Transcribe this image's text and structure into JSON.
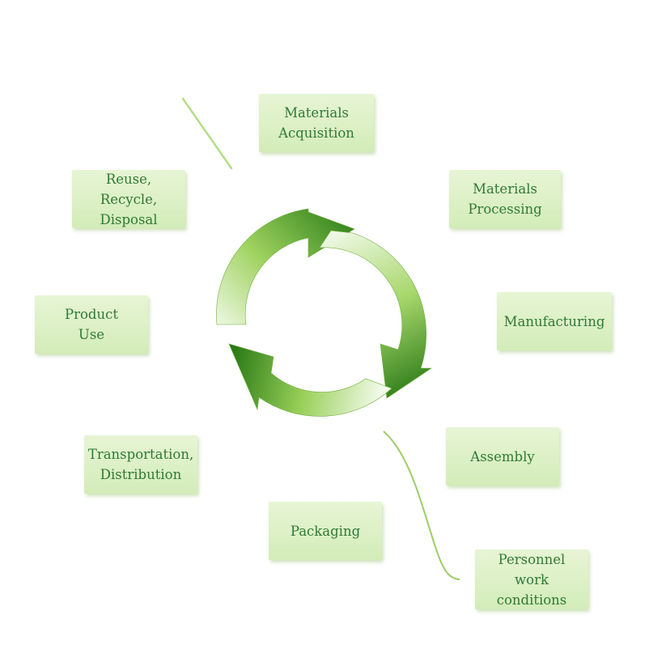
{
  "stages": [
    {
      "id": "materials-acquisition",
      "label": "Materials\nAcquisition"
    },
    {
      "id": "materials-processing",
      "label": "Materials\nProcessing"
    },
    {
      "id": "manufacturing",
      "label": "Manufacturing"
    },
    {
      "id": "assembly",
      "label": "Assembly"
    },
    {
      "id": "packaging",
      "label": "Packaging"
    },
    {
      "id": "transportation",
      "label": "Transportation,\nDistribution"
    },
    {
      "id": "product-use",
      "label": "Product\nUse"
    },
    {
      "id": "reuse-recycle",
      "label": "Reuse, Recycle,\nDisposal"
    }
  ],
  "extra": {
    "label": "Personnel\nwork\nconditions"
  },
  "colors": {
    "box_fill": "#d9efc2",
    "text": "#2f7a35",
    "arrow_dark": "#2f8a1e",
    "arrow_light": "#eef8e3",
    "line": "#9ccd68"
  }
}
